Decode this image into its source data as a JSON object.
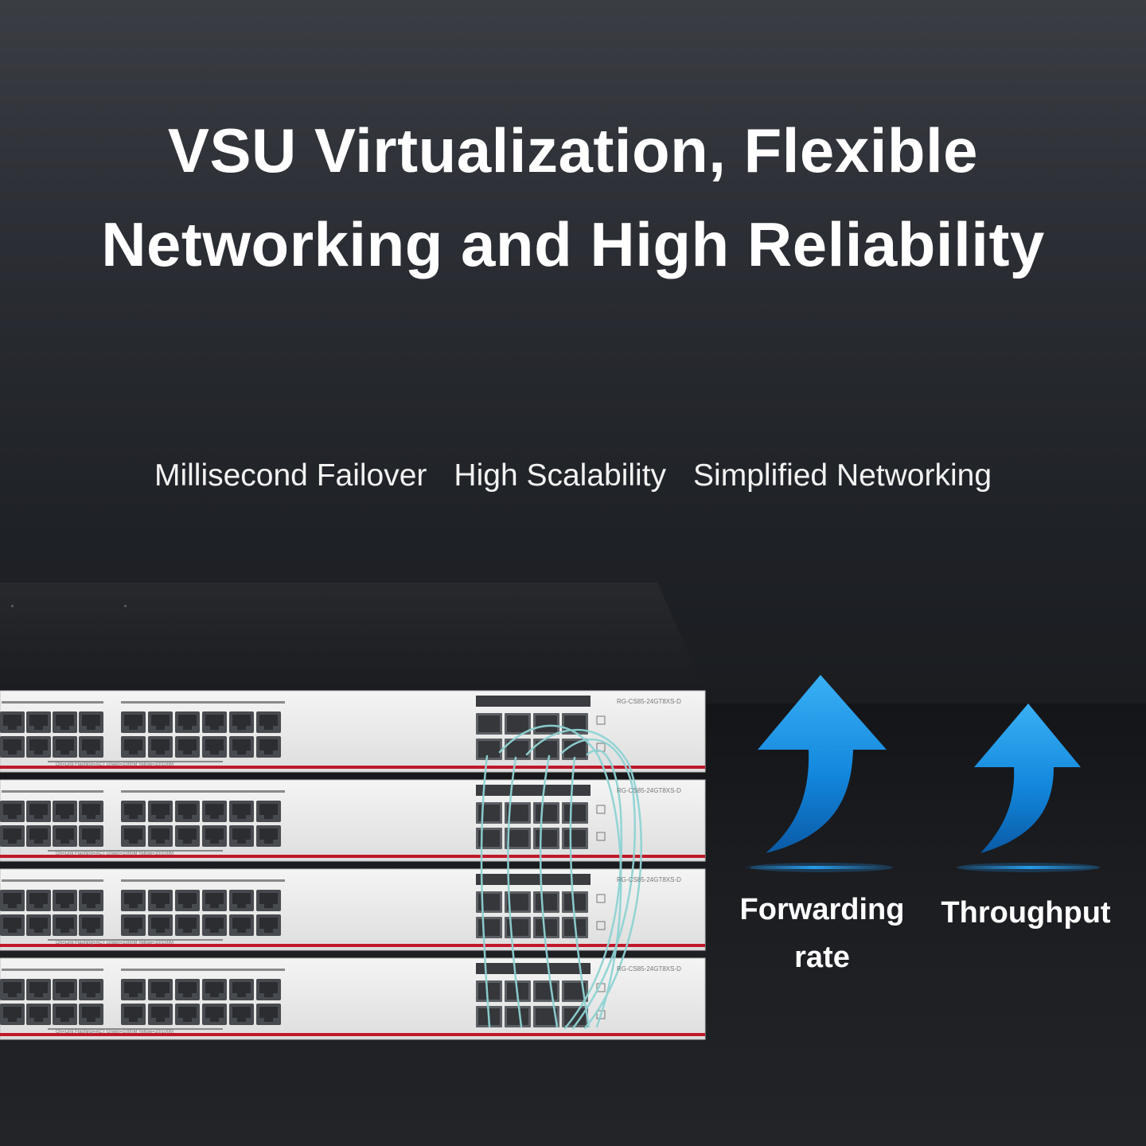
{
  "headline": {
    "line1": "VSU Virtualization, Flexible",
    "line2": "Networking and High Reliability"
  },
  "features": [
    "Millisecond Failover",
    "High Scalability",
    "Simplified Networking"
  ],
  "device": {
    "model_label": "RG-CS85-24GT8XS-D",
    "legend_label": "On=Link  Flashing=ACT   Green=1000M  Yellow=10/100M",
    "count": 4
  },
  "metrics": [
    {
      "label_line1": "Forwarding",
      "label_line2": "rate",
      "icon": "up-arrow-icon"
    },
    {
      "label_line1": "Throughput",
      "icon": "up-arrow-icon"
    }
  ],
  "colors": {
    "accent": "#1e8fe6",
    "cable": "#8fd3d3",
    "chassis_stripe": "#c0182a"
  }
}
